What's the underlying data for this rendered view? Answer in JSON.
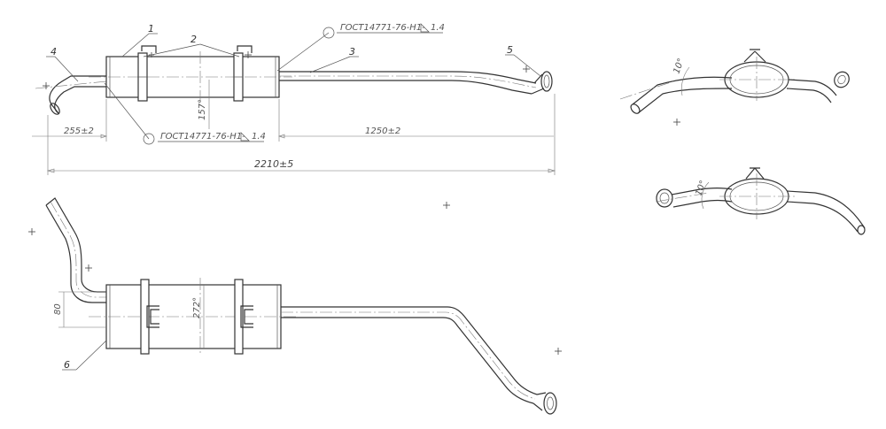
{
  "callouts": {
    "p1": "1",
    "p2": "2",
    "p3": "3",
    "p4": "4",
    "p5": "5",
    "p6": "6"
  },
  "dimensions": {
    "d255": "255±2",
    "d1250": "1250±2",
    "d2210": "2210±5",
    "d157": "157°",
    "d80": "80",
    "d272": "272°",
    "angle_top": "10°",
    "angle_bottom": "10°"
  },
  "weld_notes": {
    "top": "ГОСТ14771-76-Н1-",
    "top_size": "1.4",
    "bottom": "ГОСТ14771-76-Н1-",
    "bottom_size": "1.4"
  }
}
